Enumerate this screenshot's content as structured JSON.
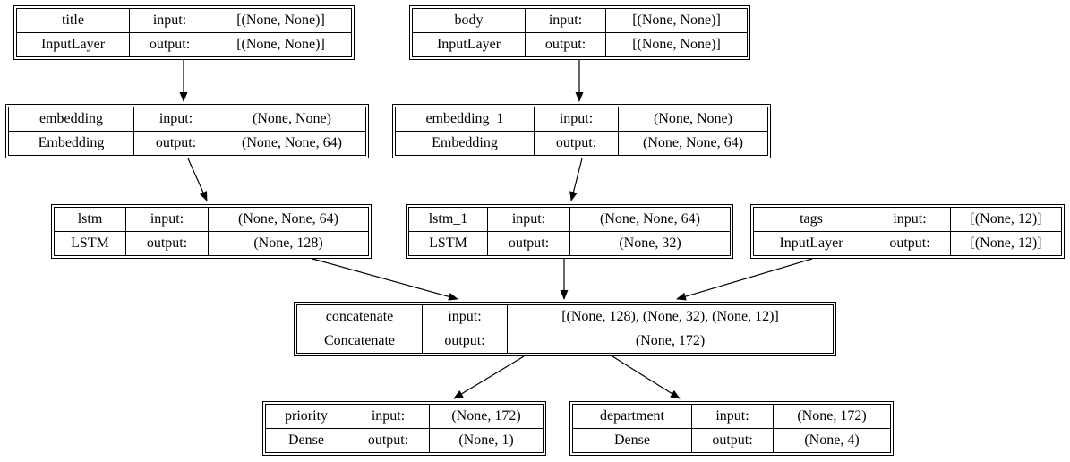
{
  "diagram_type": "keras-model-architecture-graph",
  "colors": {
    "background": "#ffffff",
    "node_border": "#000000",
    "edge": "#000000",
    "text": "#000000"
  },
  "io_labels": {
    "input": "input:",
    "output": "output:"
  },
  "nodes": [
    {
      "id": "title",
      "name": "title",
      "class": "InputLayer",
      "input_label": "input:",
      "output_label": "output:",
      "input_shape": "[(None, None)]",
      "output_shape": "[(None, None)]"
    },
    {
      "id": "body",
      "name": "body",
      "class": "InputLayer",
      "input_label": "input:",
      "output_label": "output:",
      "input_shape": "[(None, None)]",
      "output_shape": "[(None, None)]"
    },
    {
      "id": "embedding",
      "name": "embedding",
      "class": "Embedding",
      "input_label": "input:",
      "output_label": "output:",
      "input_shape": "(None, None)",
      "output_shape": "(None, None, 64)"
    },
    {
      "id": "embedding_1",
      "name": "embedding_1",
      "class": "Embedding",
      "input_label": "input:",
      "output_label": "output:",
      "input_shape": "(None, None)",
      "output_shape": "(None, None, 64)"
    },
    {
      "id": "lstm",
      "name": "lstm",
      "class": "LSTM",
      "input_label": "input:",
      "output_label": "output:",
      "input_shape": "(None, None, 64)",
      "output_shape": "(None, 128)"
    },
    {
      "id": "lstm_1",
      "name": "lstm_1",
      "class": "LSTM",
      "input_label": "input:",
      "output_label": "output:",
      "input_shape": "(None, None, 64)",
      "output_shape": "(None, 32)"
    },
    {
      "id": "tags",
      "name": "tags",
      "class": "InputLayer",
      "input_label": "input:",
      "output_label": "output:",
      "input_shape": "[(None, 12)]",
      "output_shape": "[(None, 12)]"
    },
    {
      "id": "concatenate",
      "name": "concatenate",
      "class": "Concatenate",
      "input_label": "input:",
      "output_label": "output:",
      "input_shape": "[(None, 128), (None, 32), (None, 12)]",
      "output_shape": "(None, 172)"
    },
    {
      "id": "priority",
      "name": "priority",
      "class": "Dense",
      "input_label": "input:",
      "output_label": "output:",
      "input_shape": "(None, 172)",
      "output_shape": "(None, 1)"
    },
    {
      "id": "department",
      "name": "department",
      "class": "Dense",
      "input_label": "input:",
      "output_label": "output:",
      "input_shape": "(None, 172)",
      "output_shape": "(None, 4)"
    }
  ],
  "edges": [
    {
      "from": "title",
      "to": "embedding"
    },
    {
      "from": "body",
      "to": "embedding_1"
    },
    {
      "from": "embedding",
      "to": "lstm"
    },
    {
      "from": "embedding_1",
      "to": "lstm_1"
    },
    {
      "from": "lstm",
      "to": "concatenate"
    },
    {
      "from": "lstm_1",
      "to": "concatenate"
    },
    {
      "from": "tags",
      "to": "concatenate"
    },
    {
      "from": "concatenate",
      "to": "priority"
    },
    {
      "from": "concatenate",
      "to": "department"
    }
  ]
}
